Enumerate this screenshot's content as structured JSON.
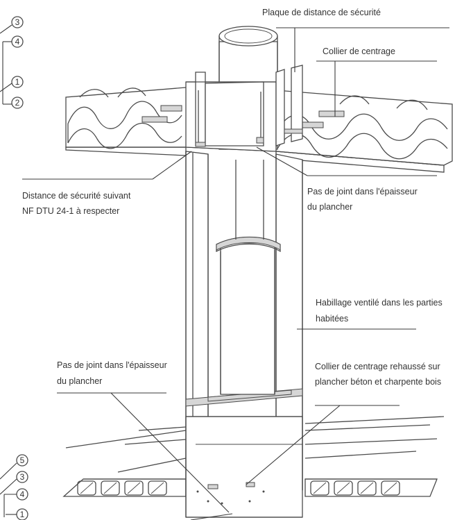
{
  "labels": {
    "plaque": "Plaque de distance de sécurité",
    "collier": "Collier de centrage",
    "distance_l1": "Distance de sécurité suivant",
    "distance_l2": "NF DTU 24-1 à respecter",
    "joint_top_l1": "Pas de joint dans l'épaisseur",
    "joint_top_l2": "du plancher",
    "habillage_l1": "Habillage ventilé dans les parties",
    "habillage_l2": "habitées",
    "joint_bottom_l1": "Pas de joint dans l'épaisseur",
    "joint_bottom_l2": "du plancher",
    "collier_rehausse_l1": "Collier de centrage rehaussé sur",
    "collier_rehausse_l2": "plancher béton et charpente bois"
  },
  "callouts_top": [
    "3",
    "4",
    "1",
    "2"
  ],
  "callouts_bottom": [
    "5",
    "3",
    "4",
    "1"
  ]
}
